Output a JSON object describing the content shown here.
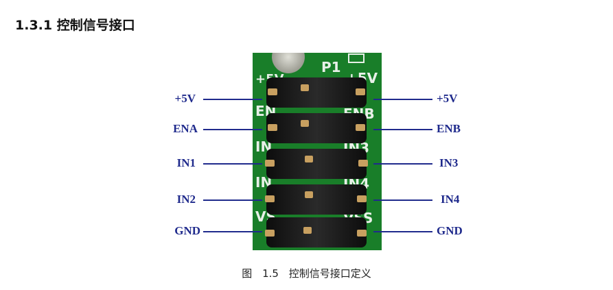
{
  "section": {
    "number": "1.3.1",
    "title": "控制信号接口"
  },
  "board": {
    "header_label": "P1",
    "silkscreen_left": [
      "+5V",
      "EN",
      "IN",
      "IN",
      "VS"
    ],
    "silkscreen_right": [
      "+5V",
      "ENB",
      "IN3",
      "IN4",
      "VSS"
    ],
    "colors": {
      "pcb": "#1e8a2e",
      "jumper": "#1a1a1a",
      "pin": "#c8a060",
      "silk": "#e8f0e8"
    }
  },
  "labels": {
    "left": [
      "+5V",
      "ENA",
      "IN1",
      "IN2",
      "GND"
    ],
    "right": [
      "+5V",
      "ENB",
      "IN3",
      "IN4",
      "GND"
    ],
    "color": "#1f2a8c"
  },
  "caption": {
    "prefix": "图",
    "number": "1.5",
    "text": "控制信号接口定义"
  }
}
